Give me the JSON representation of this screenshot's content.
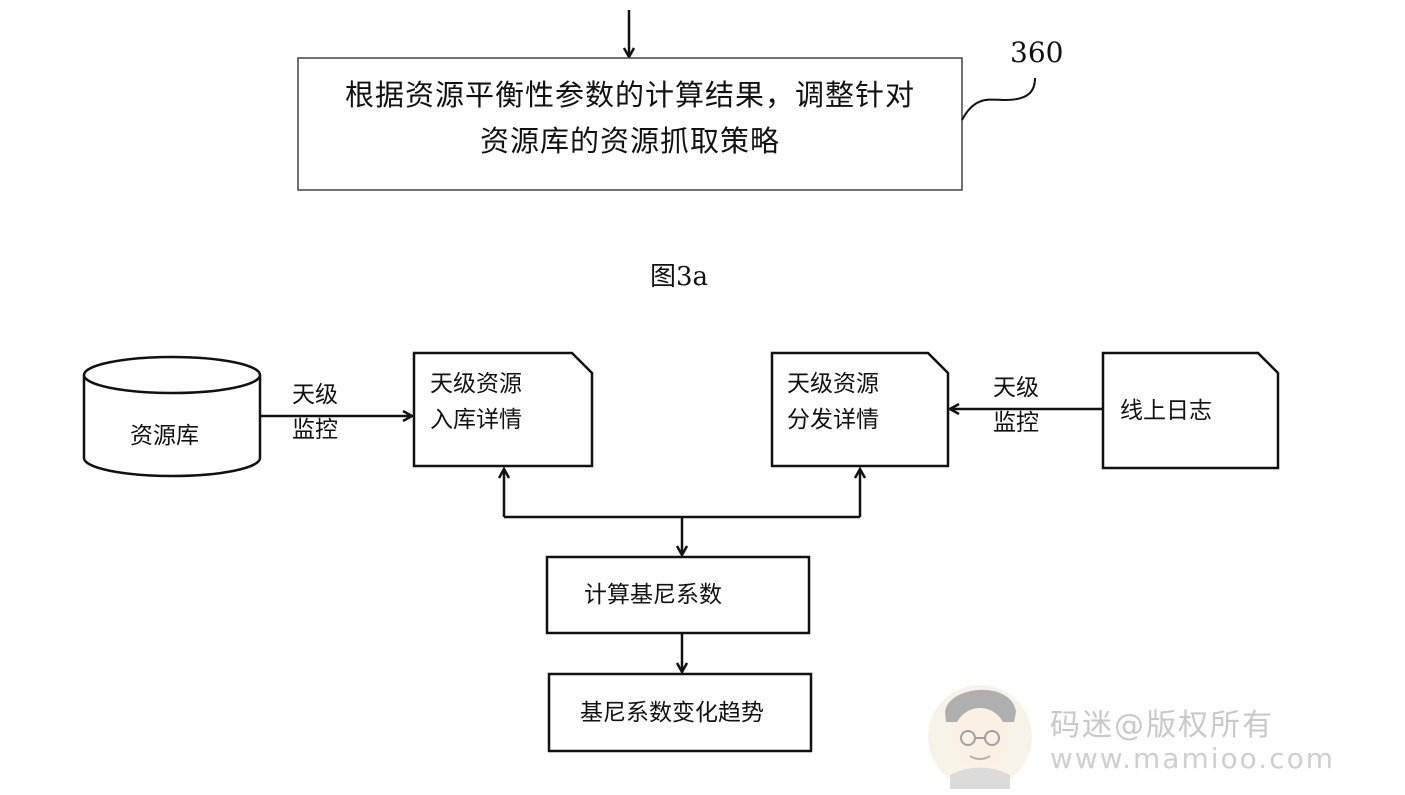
{
  "top_step": {
    "text_line1": "根据资源平衡性参数的计算结果，调整针对",
    "text_line2": "资源库的资源抓取策略",
    "ref_number": "360"
  },
  "figure_caption": "图3a",
  "nodes": {
    "resource_db": "资源库",
    "ingest_line1": "天级资源",
    "ingest_line2": "入库详情",
    "dist_line1": "天级资源",
    "dist_line2": "分发详情",
    "online_log": "线上日志",
    "compute_gini": "计算基尼系数",
    "gini_trend": "基尼系数变化趋势"
  },
  "edges": {
    "left_line1": "天级",
    "left_line2": "监控",
    "right_line1": "天级",
    "right_line2": "监控"
  },
  "watermark": {
    "title": "码迷@版权所有",
    "url": "www.mamioo.com",
    "icon": "avatar-icon"
  }
}
